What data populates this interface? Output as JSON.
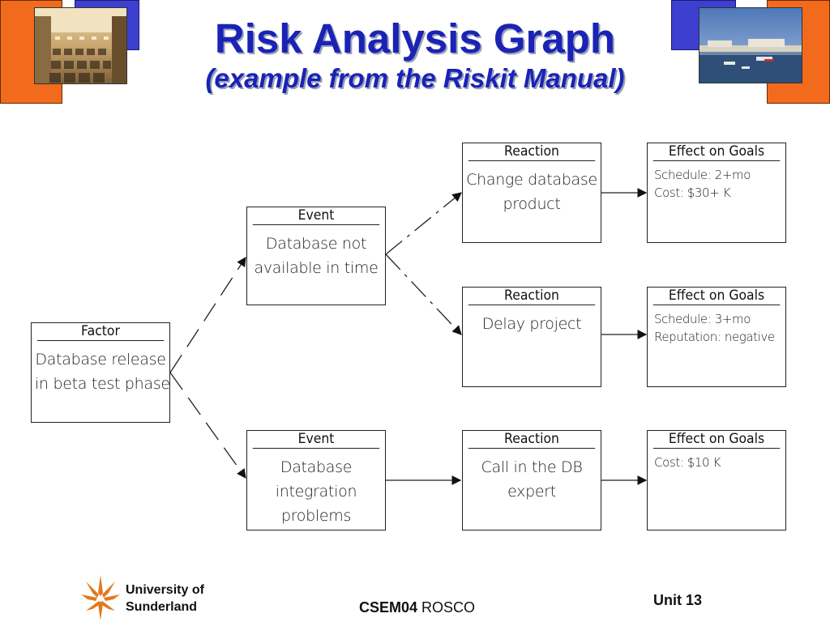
{
  "title": "Risk Analysis Graph",
  "subtitle": "(example from the Riskit Manual)",
  "diagram": {
    "factor": {
      "header": "Factor",
      "body": [
        "Database release",
        "in beta test phase"
      ]
    },
    "event1": {
      "header": "Event",
      "body": [
        "Database not",
        "available in time"
      ]
    },
    "event2": {
      "header": "Event",
      "body": [
        "Database",
        "integration",
        "problems"
      ]
    },
    "reaction1": {
      "header": "Reaction",
      "body": [
        "Change database",
        "product"
      ]
    },
    "reaction2": {
      "header": "Reaction",
      "body": [
        "Delay project"
      ]
    },
    "reaction3": {
      "header": "Reaction",
      "body": [
        "Call in the DB",
        "expert"
      ]
    },
    "effect1": {
      "header": "Effect on Goals",
      "body": [
        "Schedule: 2+mo",
        "Cost: $30+ K"
      ]
    },
    "effect2": {
      "header": "Effect on Goals",
      "body": [
        "Schedule: 3+mo",
        "Reputation: negative"
      ]
    },
    "effect3": {
      "header": "Effect on Goals",
      "body": [
        "Cost: $10 K"
      ]
    }
  },
  "footer": {
    "university_line1": "University of",
    "university_line2": "Sunderland",
    "course_code": "CSEM04",
    "course_name": " ROSCO",
    "unit": "Unit 13"
  },
  "colors": {
    "title": "#1a23b5",
    "orange": "#f26b1d",
    "blue": "#3d3fd0"
  }
}
